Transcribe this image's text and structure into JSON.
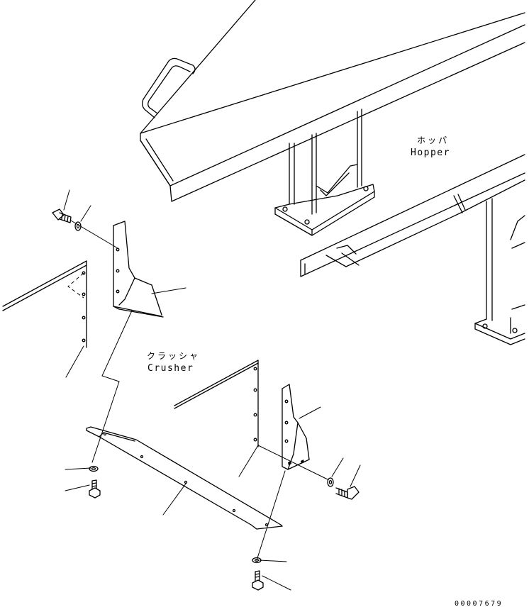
{
  "labels": {
    "hopper_ja": "ホッパ",
    "hopper_en": "Hopper",
    "crusher_ja": "クラッシャ",
    "crusher_en": "Crusher"
  },
  "drawing_number": "00007679"
}
